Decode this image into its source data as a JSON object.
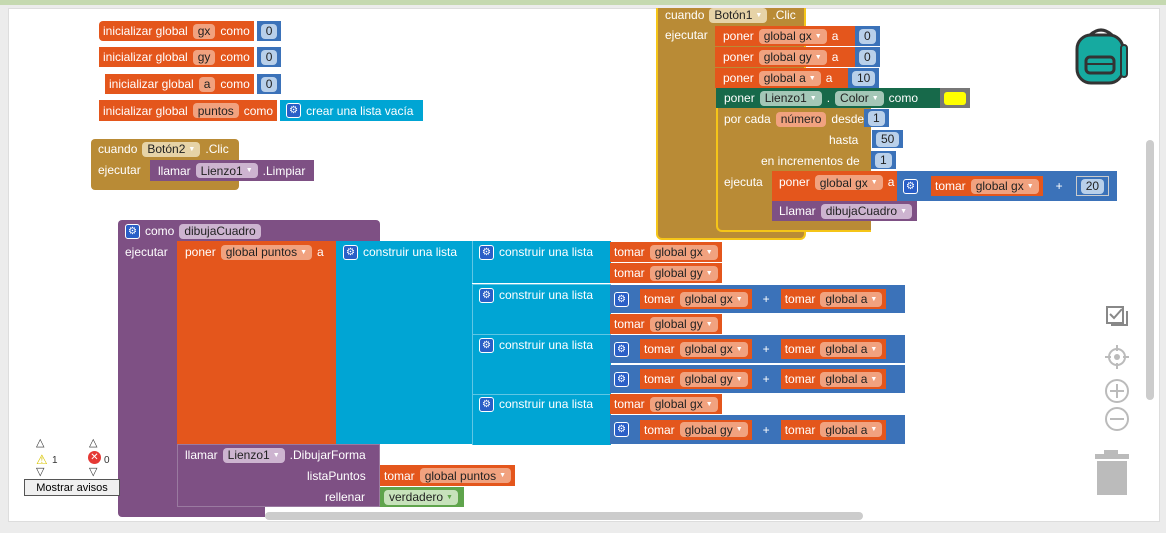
{
  "globals": [
    {
      "label": "inicializar global",
      "var": "gx",
      "como": "como",
      "value": "0"
    },
    {
      "label": "inicializar global",
      "var": "gy",
      "como": "como",
      "value": "0"
    },
    {
      "label": "inicializar global",
      "var": "a",
      "como": "como",
      "value": "0"
    },
    {
      "label": "inicializar global",
      "var": "puntos",
      "como": "como",
      "value": "crear una lista vacía"
    }
  ],
  "boton2": {
    "cuando": "cuando",
    "component": "Botón2",
    "event": ".Clic",
    "ejecutar": "ejecutar",
    "llamar": "llamar",
    "target": "Lienzo1",
    "method": ".Limpiar"
  },
  "boton1": {
    "cuando": "cuando",
    "component": "Botón1",
    "event": ".Clic",
    "ejecutar": "ejecutar",
    "sets": [
      {
        "poner": "poner",
        "var": "global gx",
        "a": "a",
        "value": "0"
      },
      {
        "poner": "poner",
        "var": "global gy",
        "a": "a",
        "value": "0"
      },
      {
        "poner": "poner",
        "var": "global a",
        "a": "a",
        "value": "10"
      }
    ],
    "color": {
      "poner": "poner",
      "component": "Lienzo1",
      "dot": ".",
      "prop": "Color",
      "como": "como",
      "swatch": "#ffff00"
    },
    "loop": {
      "por_cada": "por cada",
      "var": "número",
      "desde": "desde",
      "from": "1",
      "hasta": "hasta",
      "to": "50",
      "incr_label": "en incrementos de",
      "by": "1",
      "ejecuta": "ejecuta"
    },
    "inner": {
      "poner": "poner",
      "var": "global gx",
      "a": "a",
      "tomar": "tomar",
      "get": "global gx",
      "plus": "+",
      "num": "20"
    },
    "call": {
      "llamar": "Llamar",
      "proc": "dibujaCuadro"
    }
  },
  "proc": {
    "como": "como",
    "name": "dibujaCuadro",
    "ejecutar": "ejecutar",
    "poner": "poner",
    "var": "global puntos",
    "a": "a",
    "make_list": "construir una lista",
    "tomar": "tomar",
    "plus": "+",
    "gx": "global gx",
    "gy": "global gy",
    "ga": "global a",
    "draw": {
      "llamar": "llamar",
      "component": "Lienzo1",
      "method": ".DibujarForma",
      "lista": "listaPuntos",
      "get": "global puntos",
      "rellenar": "rellenar",
      "fill": "verdadero"
    }
  },
  "warnings": {
    "warn_count": "1",
    "error_count": "0",
    "button": "Mostrar avisos"
  }
}
